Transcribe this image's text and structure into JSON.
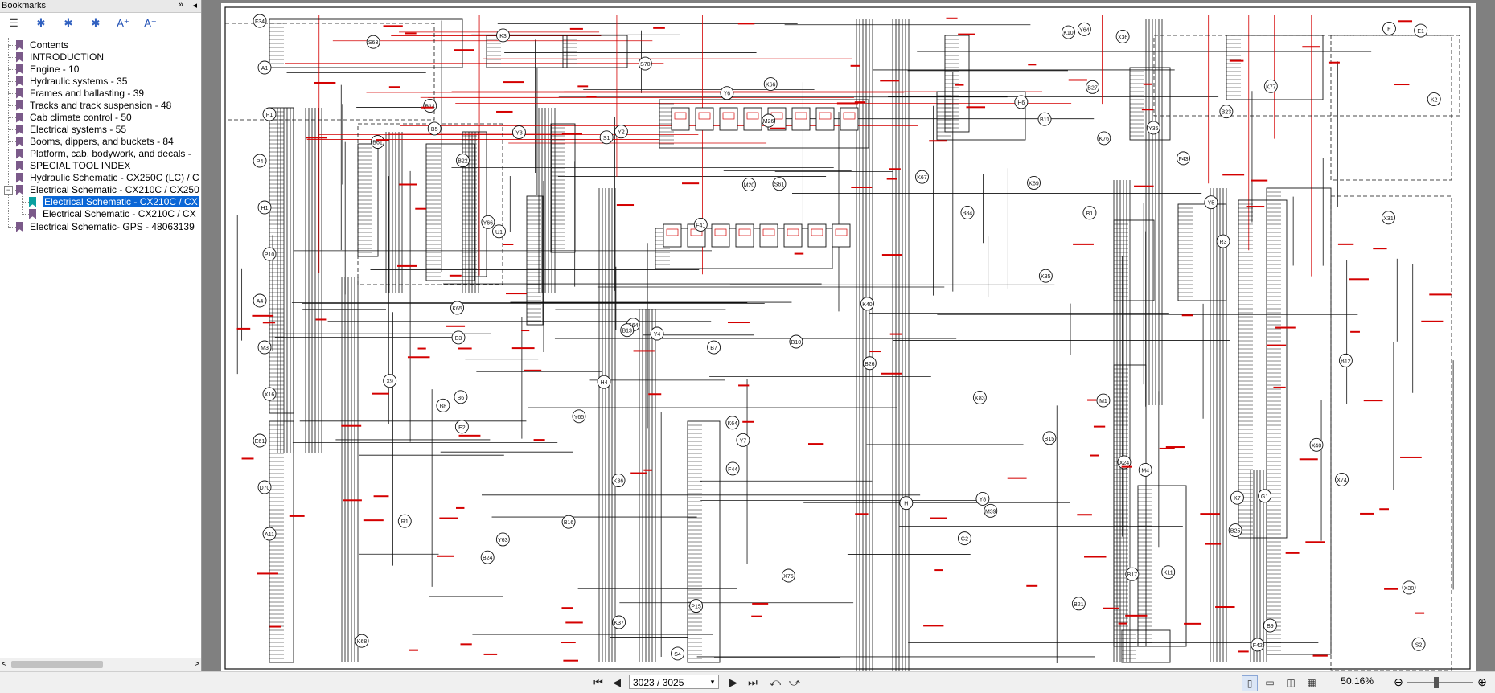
{
  "sidebar": {
    "title": "Bookmarks",
    "expand_glyph": "»",
    "collapse_glyph": "◂",
    "toolbar": [
      {
        "icon": "list-options-icon",
        "glyph": "☰"
      },
      {
        "icon": "bookmark-new-icon",
        "glyph": "✱"
      },
      {
        "icon": "bookmark-delete-icon",
        "glyph": "✱"
      },
      {
        "icon": "bookmark-properties-icon",
        "glyph": "✱"
      },
      {
        "icon": "text-larger-icon",
        "glyph": "A⁺"
      },
      {
        "icon": "text-smaller-icon",
        "glyph": "A⁻"
      }
    ],
    "items": [
      {
        "label": "Contents"
      },
      {
        "label": "INTRODUCTION"
      },
      {
        "label": "Engine - 10"
      },
      {
        "label": "Hydraulic systems - 35"
      },
      {
        "label": "Frames and ballasting - 39"
      },
      {
        "label": "Tracks and track suspension - 48"
      },
      {
        "label": "Cab climate control - 50"
      },
      {
        "label": "Electrical systems - 55"
      },
      {
        "label": "Booms, dippers, and buckets - 84"
      },
      {
        "label": "Platform, cab, bodywork, and decals -"
      },
      {
        "label": "SPECIAL TOOL INDEX"
      },
      {
        "label": "Hydraulic Schematic - CX250C (LC) / C"
      },
      {
        "label": "Electrical Schematic - CX210C / CX250"
      },
      {
        "label": "Electrical Schematic - CX210C / CX"
      },
      {
        "label": "Electrical Schematic - CX210C / CX"
      },
      {
        "label": "Electrical Schematic- GPS - 48063139"
      }
    ],
    "selected_index": 13
  },
  "nav": {
    "page_value": "3023 / 3025",
    "first_glyph": "⏮",
    "prev_glyph": "◀",
    "next_glyph": "▶",
    "last_glyph": "⏭",
    "dropdown_glyph": "▾"
  },
  "zoom": {
    "value": "50.16%",
    "minus": "⊖",
    "plus": "⊕"
  },
  "schematic": {
    "labels": [
      "F34",
      "A1",
      "P1",
      "P4",
      "H1",
      "P10",
      "A4",
      "M3",
      "X16",
      "E61",
      "D70",
      "A11",
      "K83",
      "K64",
      "K65",
      "K66",
      "K67",
      "K68",
      "K69",
      "K37",
      "K36",
      "K35",
      "K77",
      "K3",
      "K11",
      "K10",
      "B61",
      "S4",
      "S63",
      "H4",
      "H6",
      "S64",
      "E3",
      "X9",
      "X24",
      "X31",
      "X40",
      "X36",
      "U1",
      "H",
      "M39",
      "X38",
      "S1",
      "B1",
      "R3",
      "S61",
      "P15",
      "E",
      "F41",
      "F42",
      "F43",
      "F44",
      "G2",
      "B84",
      "K7",
      "G1",
      "M1",
      "R1",
      "K2",
      "K40",
      "M26",
      "M20",
      "Y2",
      "Y3",
      "Y4",
      "Y6",
      "K76",
      "B5",
      "B6",
      "B7",
      "B8",
      "B9",
      "B10",
      "B11",
      "B12",
      "B13",
      "B14",
      "B15",
      "B16",
      "B17",
      "Y7",
      "Y8",
      "X74",
      "X75",
      "M4",
      "E1",
      "E2",
      "S2",
      "S70",
      "Y5",
      "B21",
      "B22",
      "B23",
      "B24",
      "B25",
      "B26",
      "B27",
      "Y35",
      "Y63",
      "Y64",
      "Y65",
      "Y66"
    ]
  },
  "colors": {
    "wire": "#111111",
    "red_wire": "#d40000",
    "selection": "#0a66d6",
    "bookmark": "#7b5a8a",
    "doc_bg": "#808080"
  }
}
